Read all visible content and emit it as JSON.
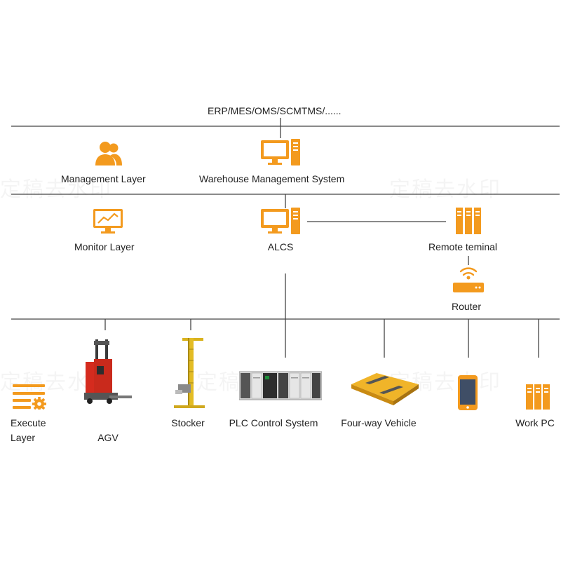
{
  "colors": {
    "accent": "#f39a1e",
    "line": "#444444",
    "text": "#222222"
  },
  "top": {
    "systems_label": "ERP/MES/OMS/SCMTMS/......"
  },
  "layers": {
    "management": "Management Layer",
    "monitor": "Monitor Layer",
    "execute_line1": "Execute",
    "execute_line2": "Layer"
  },
  "nodes": {
    "wms": "Warehouse Management System",
    "alcs": "ALCS",
    "remote_terminal": "Remote teminal",
    "router": "Router"
  },
  "devices": {
    "agv": "AGV",
    "stocker": "Stocker",
    "plc": "PLC Control System",
    "four_way": "Four-way Vehicle",
    "work_pc": "Work PC"
  },
  "watermark": "定稿去水印",
  "icons": [
    "users-icon",
    "computer-icon",
    "chart-monitor-icon",
    "server-rack-icon",
    "router-icon",
    "execute-gear-icon",
    "agv-forklift-icon",
    "stocker-icon",
    "plc-icon",
    "four-way-vehicle-icon",
    "tablet-icon"
  ]
}
